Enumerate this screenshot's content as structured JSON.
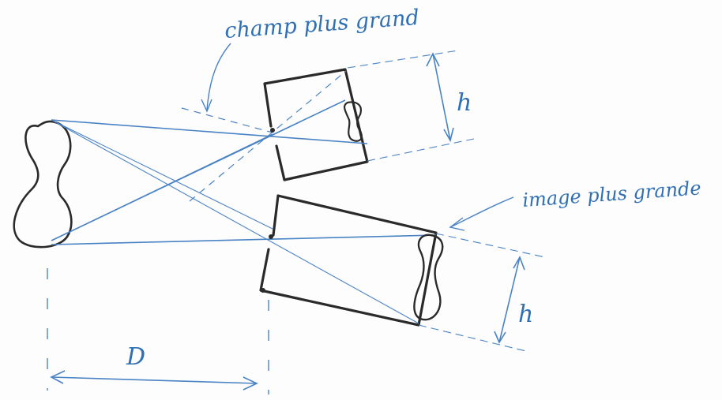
{
  "labels": {
    "field": "champ plus grand",
    "image": "image plus grande",
    "height_top": "h",
    "height_bottom": "h",
    "distance": "D"
  }
}
